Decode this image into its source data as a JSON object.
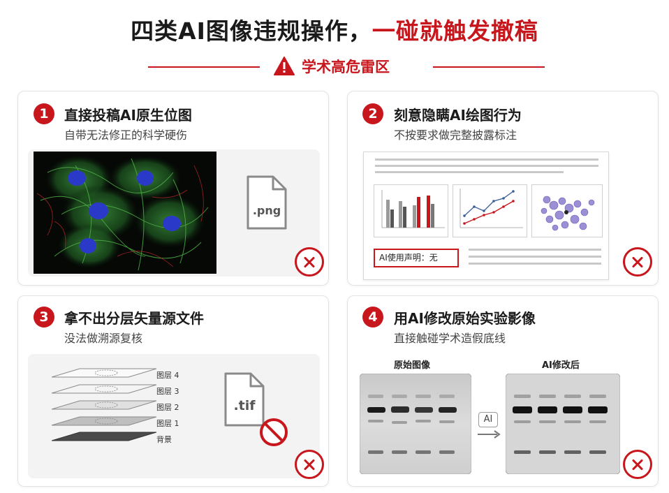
{
  "header": {
    "title_part1": "四类AI图像违规操作，",
    "title_part2": "一碰就触发撤稿",
    "subtitle": "学术高危雷区"
  },
  "icons": {
    "warning": "warning-triangle-icon",
    "reject": "x-circle-icon",
    "file": "file-icon",
    "prohibited": "prohibited-icon",
    "arrow": "arrow-right-icon"
  },
  "colors": {
    "accent": "#c8161d",
    "text": "#1a1a1a",
    "panel_bg": "#f3f3f3"
  },
  "cards": [
    {
      "number": "1",
      "title": "直接投稿AI原生位图",
      "subtitle": "自带无法修正的科学硬伤",
      "file_label": ".png"
    },
    {
      "number": "2",
      "title": "刻意隐瞒AI绘图行为",
      "subtitle": "不按要求做完整披露标注",
      "disclosure": "AI使用声明：无"
    },
    {
      "number": "3",
      "title": "拿不出分层矢量源文件",
      "subtitle": "没法做溯源复核",
      "layers": [
        "图层 4",
        "图层 3",
        "图层 2",
        "图层 1",
        "背景"
      ],
      "file_label": ".tif"
    },
    {
      "number": "4",
      "title": "用AI修改原始实验影像",
      "subtitle": "直接触碰学术造假底线",
      "original_label": "原始图像",
      "modified_label": "AI修改后",
      "arrow_label": "AI"
    }
  ]
}
